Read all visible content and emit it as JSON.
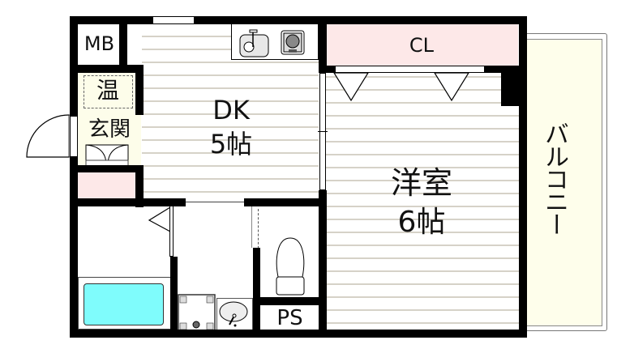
{
  "floor_plan": {
    "rooms": {
      "meter_box": {
        "label": "MB"
      },
      "water_heater": {
        "label": "温"
      },
      "entrance": {
        "label": "玄関"
      },
      "dining_kitchen": {
        "label": "DK",
        "size": "5帖"
      },
      "closet": {
        "label": "CL"
      },
      "western_room": {
        "label": "洋室",
        "size": "6帖"
      },
      "balcony": {
        "label": "バルコニー"
      },
      "pipe_space": {
        "label": "PS"
      }
    },
    "fixtures": [
      "kitchen-sink",
      "gas-stove",
      "shoe-cabinet",
      "bathtub",
      "washing-machine-pan",
      "washbasin",
      "toilet"
    ],
    "colors": {
      "wall": "#000000",
      "closet_fill": "#fde8e8",
      "entrance_fill": "#fdfdea",
      "balcony_fill": "#fefeeb",
      "bathtub_fill": "#7ffcfc",
      "floor_line": "#d6d2c8"
    }
  }
}
